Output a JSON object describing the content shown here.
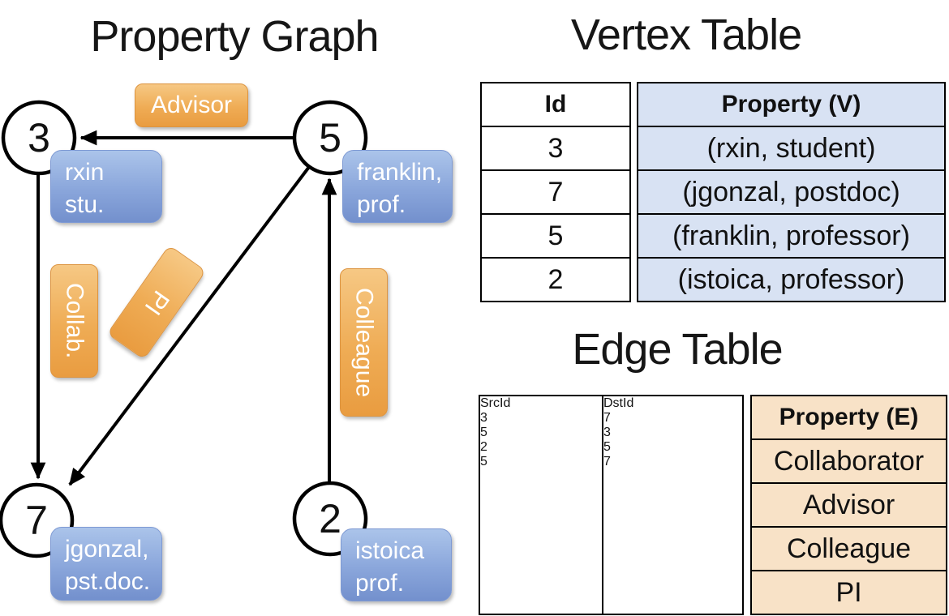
{
  "graph": {
    "title": "Property Graph",
    "nodes": [
      {
        "id": "3",
        "label_lines": [
          "rxin",
          "stu."
        ]
      },
      {
        "id": "5",
        "label_lines": [
          "franklin,",
          "prof."
        ]
      },
      {
        "id": "7",
        "label_lines": [
          "jgonzal,",
          "pst.doc."
        ]
      },
      {
        "id": "2",
        "label_lines": [
          "istoica",
          "prof."
        ]
      }
    ],
    "edge_labels": {
      "advisor": "Advisor",
      "collab": "Collab.",
      "pi": "PI",
      "colleague": "Colleague"
    }
  },
  "vertex_table": {
    "title": "Vertex Table",
    "headers": [
      "Id",
      "Property (V)"
    ],
    "rows": [
      {
        "id": "3",
        "property": "(rxin, student)"
      },
      {
        "id": "7",
        "property": "(jgonzal, postdoc)"
      },
      {
        "id": "5",
        "property": "(franklin, professor)"
      },
      {
        "id": "2",
        "property": "(istoica, professor)"
      }
    ]
  },
  "edge_table": {
    "title": "Edge Table",
    "headers": [
      "SrcId",
      "DstId",
      "Property (E)"
    ],
    "rows": [
      {
        "src": "3",
        "dst": "7",
        "property": "Collaborator"
      },
      {
        "src": "5",
        "dst": "3",
        "property": "Advisor"
      },
      {
        "src": "2",
        "dst": "5",
        "property": "Colleague"
      },
      {
        "src": "5",
        "dst": "7",
        "property": "PI"
      }
    ]
  },
  "colors": {
    "orange_top": "#f6c884",
    "orange_mid": "#efac55",
    "orange_bottom": "#e99c40",
    "orange_border": "#dd9440",
    "blue_top": "#abc4ea",
    "blue_mid": "#8aa6db",
    "blue_bottom": "#7390cd",
    "blue_border": "#7e9ad4",
    "vertex_cell_bg": "#d8e2f3",
    "edge_cell_bg": "#f8e2c7",
    "edge_line": "#000000"
  }
}
